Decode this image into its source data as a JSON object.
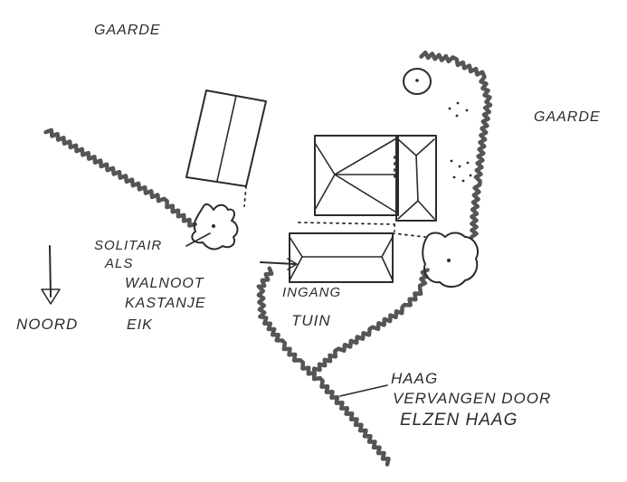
{
  "labels": {
    "gaarde_top_left": "GAARDE",
    "gaarde_right": "GAARDE",
    "solitair_line1": "SOLITAIR",
    "solitair_line2": "ALS",
    "trees_line1": "WALNOOT",
    "trees_line2": "KASTANJE",
    "trees_line3": "EIK",
    "ingang": "INGANG",
    "tuin": "TUIN",
    "noord": "NOORD",
    "haag_line1": "HAAG",
    "haag_line2": "VERVANGEN DOOR",
    "haag_line3": "ELZEN HAAG"
  },
  "colors": {
    "ink": "#2b2b2b",
    "hedge": "#555555",
    "paper": "#ffffff"
  }
}
